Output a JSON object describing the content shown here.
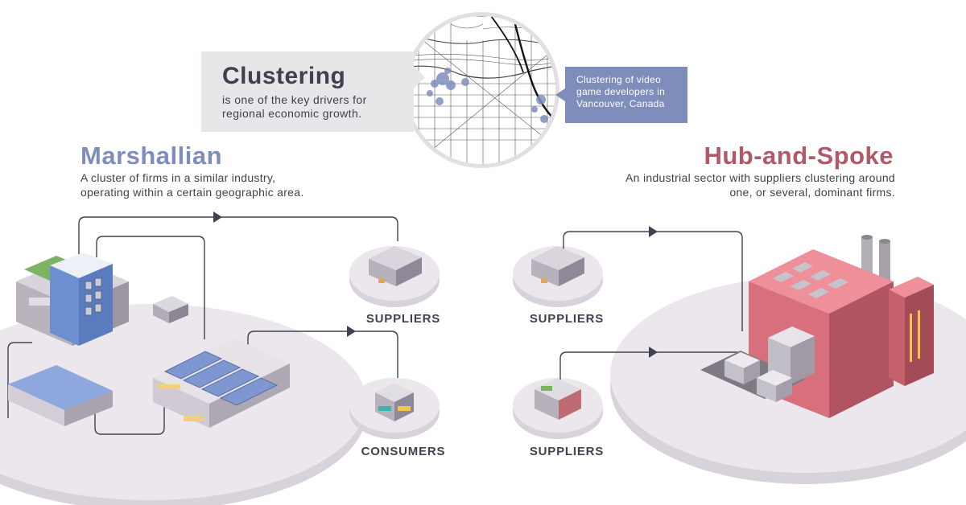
{
  "clustering": {
    "title": "Clustering",
    "subtitle": "is one of the key drivers for regional economic growth.",
    "map_callout": "Clustering of video game developers in Vancouver, Canada"
  },
  "marshallian": {
    "title": "Marshallian",
    "description": "A cluster of firms in a similar industry, operating within a certain geographic area."
  },
  "hub_and_spoke": {
    "title": "Hub-and-Spoke",
    "description": "An industrial sector with suppliers clustering around one, or several, dominant firms."
  },
  "nodes": {
    "marshallian_suppliers": "SUPPLIERS",
    "marshallian_consumers": "CONSUMERS",
    "hub_suppliers_top": "SUPPLIERS",
    "hub_suppliers_bottom": "SUPPLIERS"
  },
  "colors": {
    "marshallian_accent": "#7f8cbc",
    "hub_accent": "#b05a68",
    "text_dark": "#3e4150",
    "platform": "#e8e4e9",
    "connector_line": "#3e4150"
  }
}
